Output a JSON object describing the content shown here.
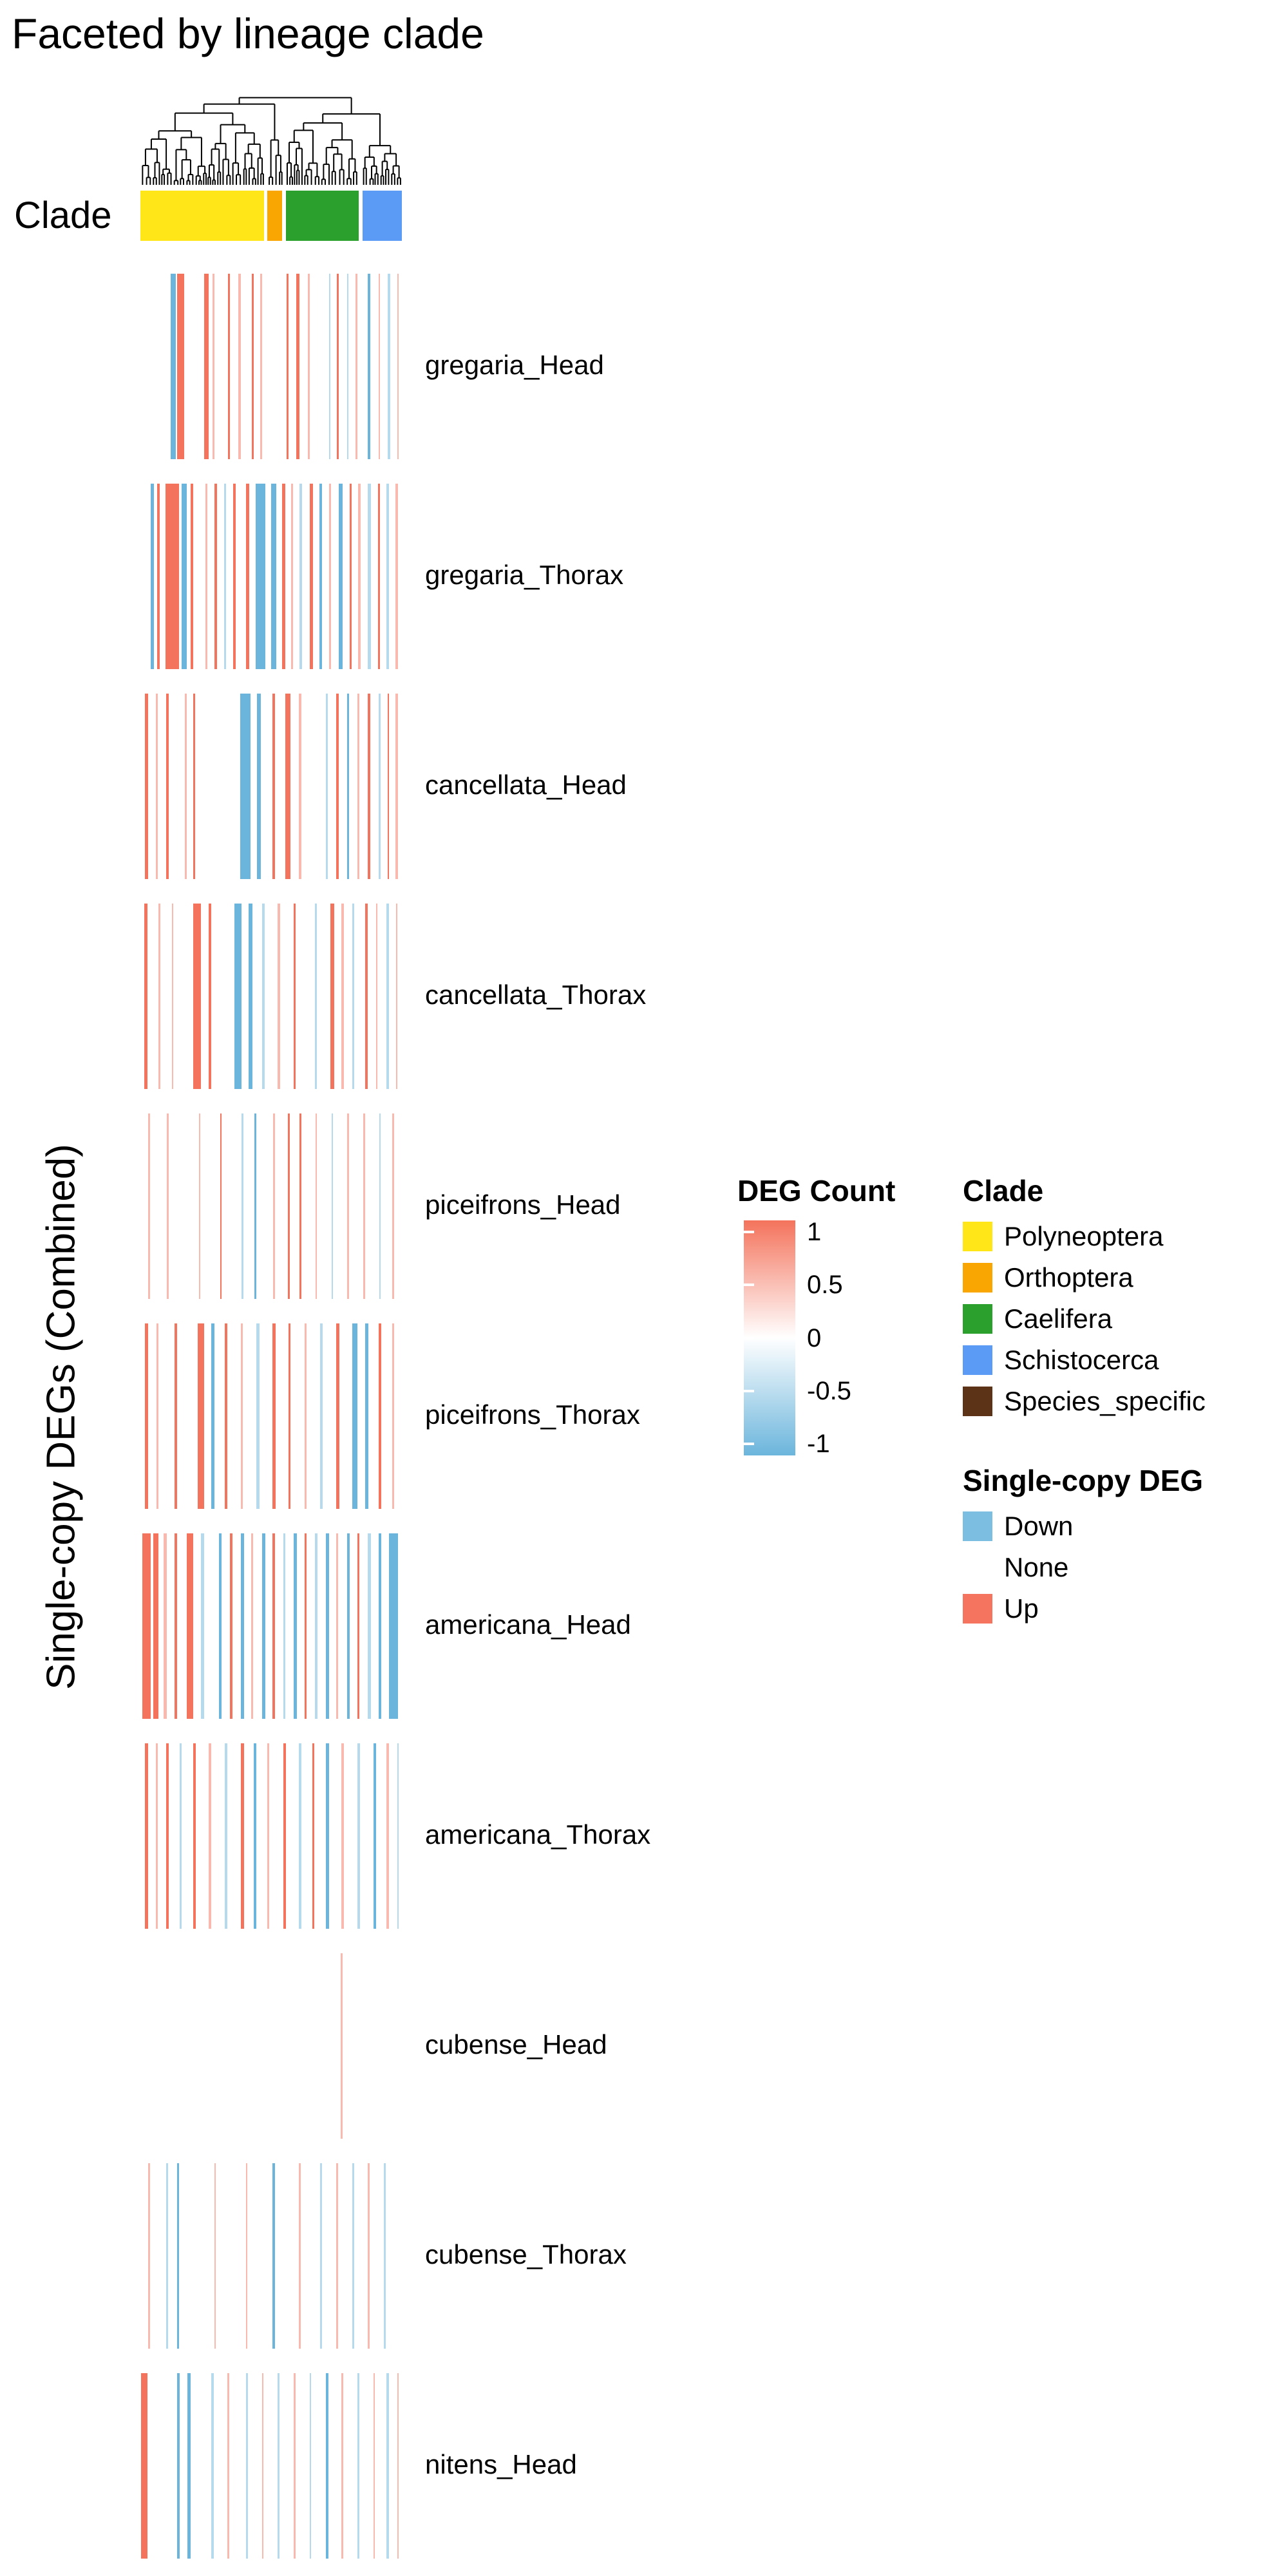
{
  "title": "Faceted by lineage clade",
  "y_axis_label": "Single-copy DEGs (Combined)",
  "clade_annotation": {
    "label": "Clade",
    "segments": [
      {
        "name": "Polyneoptera",
        "color": "#FFE619",
        "start": 0.0,
        "end": 0.465
      },
      {
        "name": "Orthoptera",
        "color": "#F9A602",
        "start": 0.478,
        "end": 0.535
      },
      {
        "name": "Caelifera",
        "color": "#2CA02C",
        "start": 0.548,
        "end": 0.822
      },
      {
        "name": "Schistocerca",
        "color": "#5B9BF5",
        "start": 0.838,
        "end": 0.985
      }
    ]
  },
  "legends": {
    "deg_count": {
      "title": "DEG Count",
      "tick_labels": [
        "1",
        "0.5",
        "0",
        "-0.5",
        "-1"
      ],
      "high_color": "#F4735C",
      "mid_color": "#FFFFFF",
      "low_color": "#6BB5DC"
    },
    "clade": {
      "title": "Clade",
      "items": [
        {
          "label": "Polyneoptera",
          "color": "#FFE619"
        },
        {
          "label": "Orthoptera",
          "color": "#F9A602"
        },
        {
          "label": "Caelifera",
          "color": "#2CA02C"
        },
        {
          "label": "Schistocerca",
          "color": "#5B9BF5"
        },
        {
          "label": "Species_specific",
          "color": "#5C3317"
        }
      ]
    },
    "single_copy_deg": {
      "title": "Single-copy DEG",
      "items": [
        {
          "label": "Down",
          "color": "#7CBEE2"
        },
        {
          "label": "None",
          "color": "#FFFFFF"
        },
        {
          "label": "Up",
          "color": "#F4745F"
        }
      ]
    }
  },
  "chart_data": {
    "type": "heatmap",
    "title": "Faceted by lineage clade",
    "ylabel": "Single-copy DEGs (Combined)",
    "value_range": [
      -1,
      1
    ],
    "stripe_format": "[x_fraction, width_fraction, value] where value 1=Up(red), -1=Down(blue), 0=None(white)",
    "facets": [
      {
        "label": "gregaria_Head",
        "stripes": [
          [
            0.115,
            0.018,
            -1
          ],
          [
            0.138,
            0.028,
            1
          ],
          [
            0.24,
            0.018,
            1
          ],
          [
            0.272,
            0.008,
            0.5
          ],
          [
            0.33,
            0.008,
            1
          ],
          [
            0.37,
            0.009,
            0.5
          ],
          [
            0.42,
            0.008,
            1
          ],
          [
            0.452,
            0.006,
            0.5
          ],
          [
            0.55,
            0.008,
            1
          ],
          [
            0.588,
            0.012,
            1
          ],
          [
            0.63,
            0.008,
            0.5
          ],
          [
            0.71,
            0.006,
            -0.5
          ],
          [
            0.74,
            0.008,
            1
          ],
          [
            0.778,
            0.006,
            -0.5
          ],
          [
            0.81,
            0.008,
            0.5
          ],
          [
            0.858,
            0.008,
            -1
          ],
          [
            0.898,
            0.006,
            0.5
          ],
          [
            0.933,
            0.008,
            -0.5
          ],
          [
            0.968,
            0.006,
            0.5
          ]
        ]
      },
      {
        "label": "gregaria_Thorax",
        "stripes": [
          [
            0.04,
            0.012,
            -1
          ],
          [
            0.062,
            0.01,
            1
          ],
          [
            0.095,
            0.05,
            1
          ],
          [
            0.155,
            0.02,
            -1
          ],
          [
            0.19,
            0.01,
            1
          ],
          [
            0.245,
            0.008,
            0.5
          ],
          [
            0.278,
            0.01,
            1
          ],
          [
            0.315,
            0.008,
            -0.5
          ],
          [
            0.35,
            0.01,
            1
          ],
          [
            0.398,
            0.012,
            1
          ],
          [
            0.435,
            0.035,
            -1
          ],
          [
            0.492,
            0.02,
            -1
          ],
          [
            0.535,
            0.01,
            1
          ],
          [
            0.568,
            0.008,
            0.5
          ],
          [
            0.6,
            0.01,
            -0.5
          ],
          [
            0.638,
            0.012,
            1
          ],
          [
            0.675,
            0.01,
            -1
          ],
          [
            0.71,
            0.008,
            0.5
          ],
          [
            0.748,
            0.015,
            -1
          ],
          [
            0.788,
            0.008,
            1
          ],
          [
            0.82,
            0.01,
            0.5
          ],
          [
            0.857,
            0.012,
            -0.5
          ],
          [
            0.895,
            0.008,
            1
          ],
          [
            0.928,
            0.01,
            -0.5
          ],
          [
            0.962,
            0.008,
            0.5
          ]
        ]
      },
      {
        "label": "cancellata_Head",
        "stripes": [
          [
            0.018,
            0.01,
            1
          ],
          [
            0.058,
            0.008,
            0.5
          ],
          [
            0.098,
            0.008,
            1
          ],
          [
            0.168,
            0.006,
            0.5
          ],
          [
            0.198,
            0.008,
            1
          ],
          [
            0.375,
            0.04,
            -1
          ],
          [
            0.44,
            0.015,
            -1
          ],
          [
            0.498,
            0.01,
            1
          ],
          [
            0.545,
            0.02,
            1
          ],
          [
            0.598,
            0.008,
            0.5
          ],
          [
            0.698,
            0.008,
            -0.5
          ],
          [
            0.738,
            0.01,
            1
          ],
          [
            0.778,
            0.008,
            -1
          ],
          [
            0.818,
            0.006,
            0.5
          ],
          [
            0.858,
            0.008,
            1
          ],
          [
            0.898,
            0.008,
            -0.5
          ],
          [
            0.932,
            0.006,
            1
          ],
          [
            0.962,
            0.008,
            0.5
          ]
        ]
      },
      {
        "label": "cancellata_Thorax",
        "stripes": [
          [
            0.015,
            0.012,
            1
          ],
          [
            0.068,
            0.008,
            0.5
          ],
          [
            0.118,
            0.006,
            0.5
          ],
          [
            0.198,
            0.03,
            1
          ],
          [
            0.258,
            0.01,
            1
          ],
          [
            0.355,
            0.025,
            -1
          ],
          [
            0.408,
            0.015,
            -1
          ],
          [
            0.458,
            0.01,
            -0.5
          ],
          [
            0.518,
            0.008,
            0.5
          ],
          [
            0.578,
            0.008,
            1
          ],
          [
            0.658,
            0.008,
            -0.5
          ],
          [
            0.715,
            0.015,
            1
          ],
          [
            0.758,
            0.01,
            0.5
          ],
          [
            0.798,
            0.008,
            -0.5
          ],
          [
            0.848,
            0.008,
            1
          ],
          [
            0.888,
            0.006,
            0.5
          ],
          [
            0.928,
            0.008,
            -0.5
          ],
          [
            0.963,
            0.006,
            0.5
          ]
        ]
      },
      {
        "label": "piceifrons_Head",
        "stripes": [
          [
            0.03,
            0.006,
            0.5
          ],
          [
            0.1,
            0.006,
            0.5
          ],
          [
            0.22,
            0.006,
            0.5
          ],
          [
            0.3,
            0.006,
            1
          ],
          [
            0.38,
            0.008,
            -0.5
          ],
          [
            0.43,
            0.006,
            -1
          ],
          [
            0.5,
            0.006,
            0.5
          ],
          [
            0.555,
            0.008,
            1
          ],
          [
            0.6,
            0.006,
            1
          ],
          [
            0.66,
            0.006,
            0.5
          ],
          [
            0.72,
            0.006,
            -0.5
          ],
          [
            0.78,
            0.006,
            0.5
          ],
          [
            0.84,
            0.006,
            0.5
          ],
          [
            0.9,
            0.006,
            -0.5
          ],
          [
            0.95,
            0.006,
            0.5
          ]
        ]
      },
      {
        "label": "piceifrons_Thorax",
        "stripes": [
          [
            0.018,
            0.012,
            1
          ],
          [
            0.06,
            0.008,
            0.5
          ],
          [
            0.128,
            0.01,
            1
          ],
          [
            0.215,
            0.025,
            1
          ],
          [
            0.268,
            0.012,
            -1
          ],
          [
            0.318,
            0.01,
            1
          ],
          [
            0.378,
            0.008,
            0.5
          ],
          [
            0.438,
            0.01,
            -0.5
          ],
          [
            0.498,
            0.012,
            1
          ],
          [
            0.558,
            0.008,
            1
          ],
          [
            0.618,
            0.008,
            0.5
          ],
          [
            0.678,
            0.01,
            -0.5
          ],
          [
            0.738,
            0.012,
            1
          ],
          [
            0.798,
            0.02,
            -1
          ],
          [
            0.848,
            0.012,
            -1
          ],
          [
            0.898,
            0.01,
            1
          ],
          [
            0.948,
            0.008,
            0.5
          ]
        ]
      },
      {
        "label": "americana_Head",
        "stripes": [
          [
            0.008,
            0.03,
            1
          ],
          [
            0.048,
            0.02,
            1
          ],
          [
            0.088,
            0.012,
            0.5
          ],
          [
            0.128,
            0.01,
            1
          ],
          [
            0.175,
            0.025,
            1
          ],
          [
            0.228,
            0.012,
            -0.5
          ],
          [
            0.295,
            0.012,
            -1
          ],
          [
            0.338,
            0.01,
            1
          ],
          [
            0.378,
            0.012,
            -1
          ],
          [
            0.418,
            0.008,
            0.5
          ],
          [
            0.458,
            0.012,
            -1
          ],
          [
            0.498,
            0.01,
            1
          ],
          [
            0.538,
            0.008,
            -0.5
          ],
          [
            0.578,
            0.012,
            -1
          ],
          [
            0.618,
            0.008,
            1
          ],
          [
            0.658,
            0.01,
            -0.5
          ],
          [
            0.698,
            0.012,
            -1
          ],
          [
            0.738,
            0.008,
            0.5
          ],
          [
            0.778,
            0.01,
            -1
          ],
          [
            0.818,
            0.008,
            1
          ],
          [
            0.858,
            0.01,
            -0.5
          ],
          [
            0.898,
            0.01,
            -1
          ],
          [
            0.938,
            0.032,
            -1
          ]
        ]
      },
      {
        "label": "americana_Thorax",
        "stripes": [
          [
            0.018,
            0.012,
            1
          ],
          [
            0.058,
            0.008,
            0.5
          ],
          [
            0.098,
            0.01,
            1
          ],
          [
            0.148,
            0.008,
            -0.5
          ],
          [
            0.198,
            0.01,
            1
          ],
          [
            0.258,
            0.008,
            0.5
          ],
          [
            0.318,
            0.01,
            -0.5
          ],
          [
            0.378,
            0.012,
            1
          ],
          [
            0.428,
            0.01,
            -1
          ],
          [
            0.478,
            0.008,
            0.5
          ],
          [
            0.538,
            0.01,
            1
          ],
          [
            0.598,
            0.01,
            -0.5
          ],
          [
            0.648,
            0.008,
            1
          ],
          [
            0.698,
            0.012,
            -1
          ],
          [
            0.758,
            0.008,
            0.5
          ],
          [
            0.818,
            0.01,
            -0.5
          ],
          [
            0.878,
            0.01,
            -1
          ],
          [
            0.928,
            0.008,
            0.5
          ],
          [
            0.968,
            0.006,
            -0.5
          ]
        ]
      },
      {
        "label": "cubense_Head",
        "stripes": [
          [
            0.755,
            0.005,
            0.5
          ]
        ]
      },
      {
        "label": "cubense_Thorax",
        "stripes": [
          [
            0.03,
            0.006,
            0.5
          ],
          [
            0.098,
            0.006,
            -0.5
          ],
          [
            0.138,
            0.008,
            -1
          ],
          [
            0.278,
            0.006,
            0.5
          ],
          [
            0.398,
            0.006,
            0.5
          ],
          [
            0.498,
            0.01,
            -1
          ],
          [
            0.598,
            0.006,
            0.5
          ],
          [
            0.678,
            0.006,
            -0.5
          ],
          [
            0.738,
            0.006,
            0.5
          ],
          [
            0.798,
            0.008,
            -0.5
          ],
          [
            0.858,
            0.006,
            0.5
          ],
          [
            0.918,
            0.006,
            -0.5
          ]
        ]
      },
      {
        "label": "nitens_Head",
        "stripes": [
          [
            0.002,
            0.025,
            1
          ],
          [
            0.138,
            0.01,
            -1
          ],
          [
            0.178,
            0.012,
            -1
          ],
          [
            0.268,
            0.008,
            -0.5
          ],
          [
            0.328,
            0.006,
            0.5
          ],
          [
            0.398,
            0.008,
            -0.5
          ],
          [
            0.458,
            0.006,
            0.5
          ],
          [
            0.518,
            0.006,
            -0.5
          ],
          [
            0.578,
            0.008,
            0.5
          ],
          [
            0.638,
            0.006,
            -0.5
          ],
          [
            0.698,
            0.01,
            -1
          ],
          [
            0.758,
            0.006,
            0.5
          ],
          [
            0.818,
            0.008,
            -0.5
          ],
          [
            0.878,
            0.006,
            0.5
          ],
          [
            0.928,
            0.008,
            -0.5
          ],
          [
            0.968,
            0.006,
            0.5
          ]
        ]
      }
    ]
  }
}
